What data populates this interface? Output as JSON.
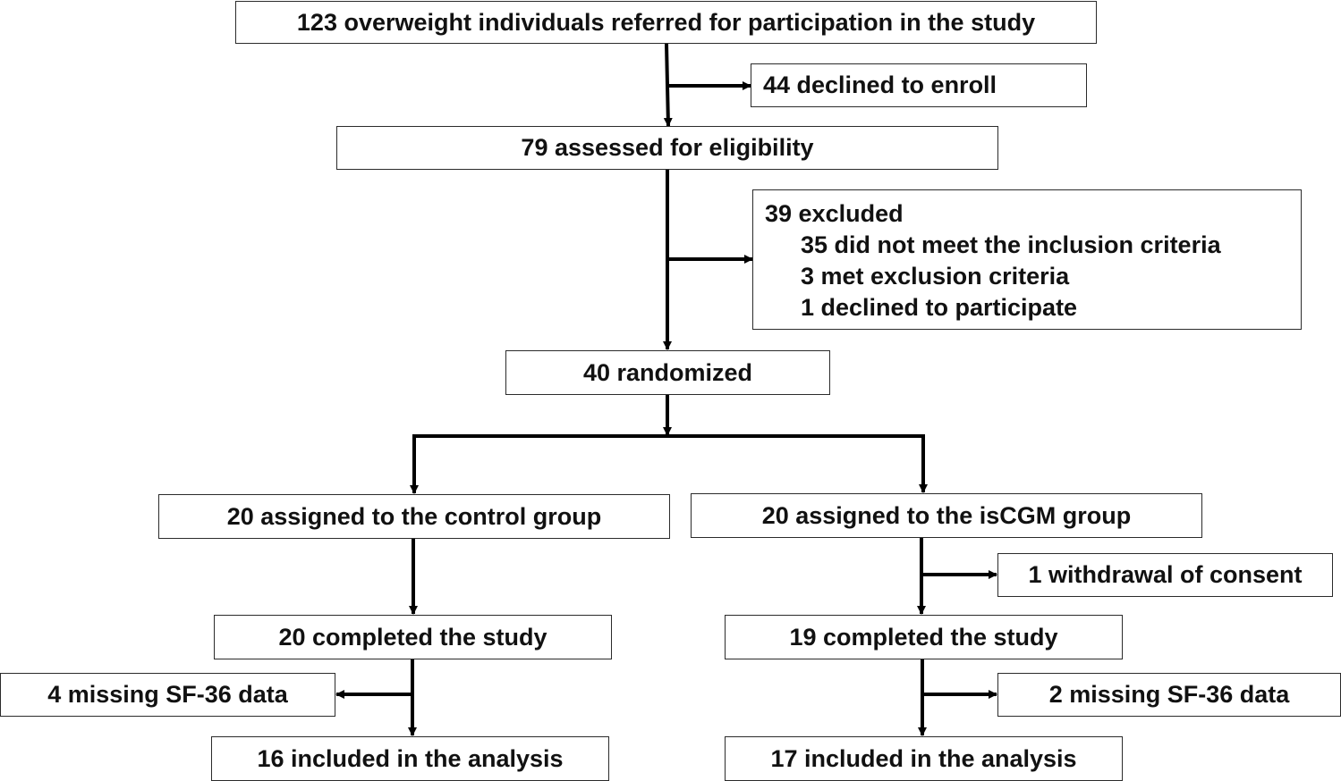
{
  "colors": {
    "line": "#000000",
    "box_border": "#2b2b2b",
    "text": "#111111",
    "background": "#ffffff"
  },
  "boxes": {
    "referred": "123 overweight individuals referred for participation in the study",
    "declined_enroll": "44 declined to enroll",
    "assessed": "79 assessed for eligibility",
    "excluded": {
      "title": "39 excluded",
      "reasons": [
        "35 did not meet the inclusion criteria",
        "3 met exclusion criteria",
        "1 declined to participate"
      ]
    },
    "randomized": "40 randomized",
    "control_assigned": "20 assigned to the control group",
    "iscgm_assigned": "20 assigned to the isCGM group",
    "iscgm_withdrawal": "1 withdrawal of consent",
    "control_completed": "20 completed the study",
    "iscgm_completed": "19 completed the study",
    "control_missing": "4 missing SF-36 data",
    "iscgm_missing": "2 missing SF-36 data",
    "control_analysis": "16 included in the analysis",
    "iscgm_analysis": "17 included in the analysis"
  }
}
